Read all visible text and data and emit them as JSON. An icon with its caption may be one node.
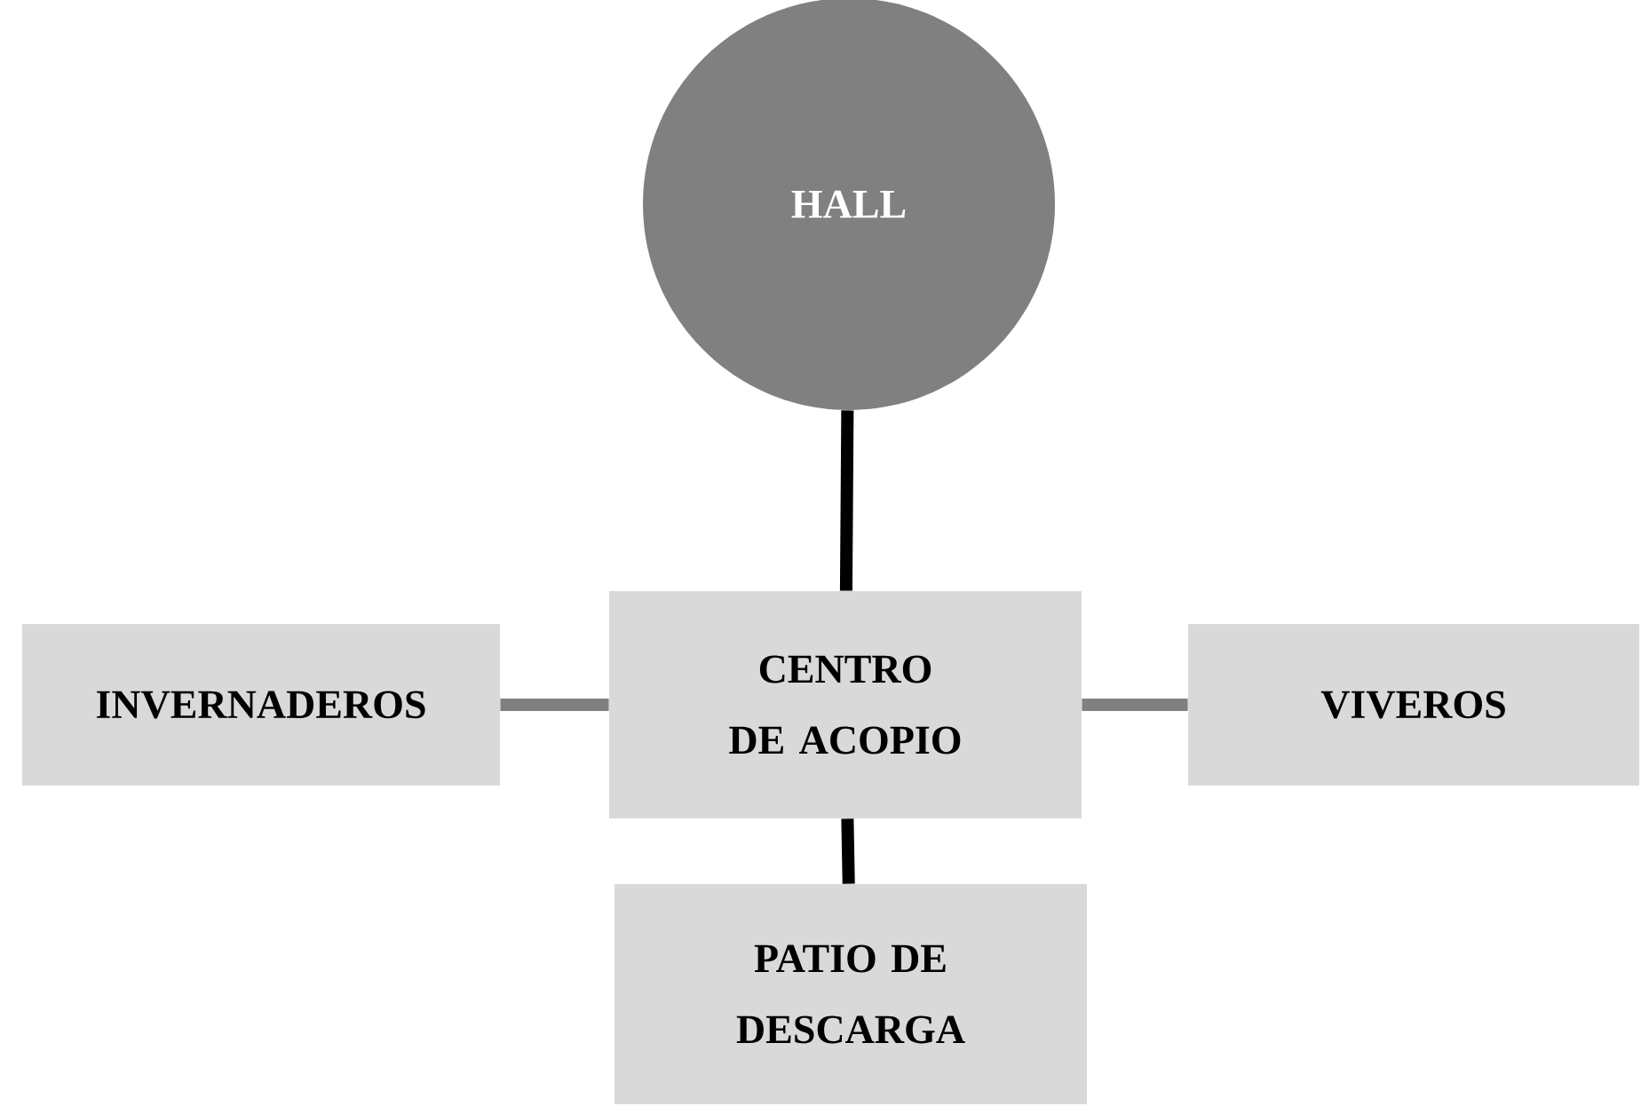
{
  "diagram": {
    "nodes": [
      {
        "text": [
          "HALL"
        ]
      },
      {
        "text": [
          "CENTRO DE ACOPIO"
        ]
      },
      {
        "text": [
          "INVERNADEROS"
        ]
      },
      {
        "text": [
          "VIVEROS"
        ]
      },
      {
        "text": [
          "PATIO DE DESCARGA"
        ]
      }
    ],
    "edges": [
      {
        "from": 0,
        "to": 1,
        "arrow": "none",
        "color": "#000000"
      },
      {
        "from": 2,
        "to": 1,
        "arrow": "none",
        "color": "#808080"
      },
      {
        "from": 1,
        "to": 3,
        "arrow": "none",
        "color": "#808080"
      },
      {
        "from": 1,
        "to": 4,
        "arrow": "none",
        "color": "#000000"
      }
    ]
  }
}
